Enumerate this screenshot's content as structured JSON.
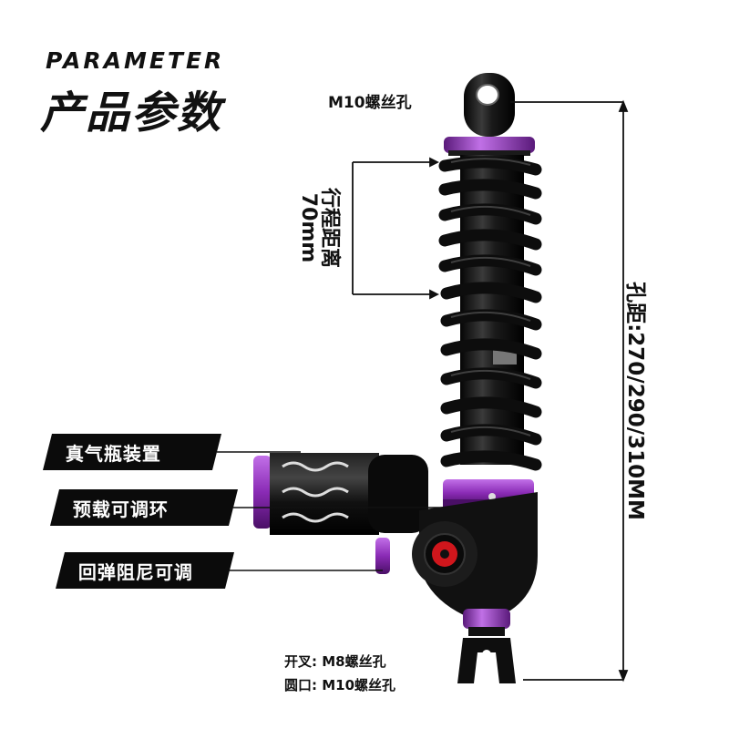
{
  "title": {
    "en": "PARAMETER",
    "cn": "产品参数"
  },
  "labels": {
    "top_mount": "M10螺丝孔",
    "stroke_line1": "行程距离",
    "stroke_line2": "70mm",
    "hole_distance": "孔距:270/290/310MM",
    "fork_mount": "开叉: M8螺丝孔",
    "round_mount": "圆口: M10螺丝孔"
  },
  "features": [
    "真气瓶装置",
    "预载可调环",
    "回弹阻尼可调"
  ],
  "colors": {
    "accent_purple": "#8a2bb5",
    "spring_black": "#0d0d0d",
    "badge_bg": "#0b0b0b",
    "knob_red": "#d0161c"
  }
}
